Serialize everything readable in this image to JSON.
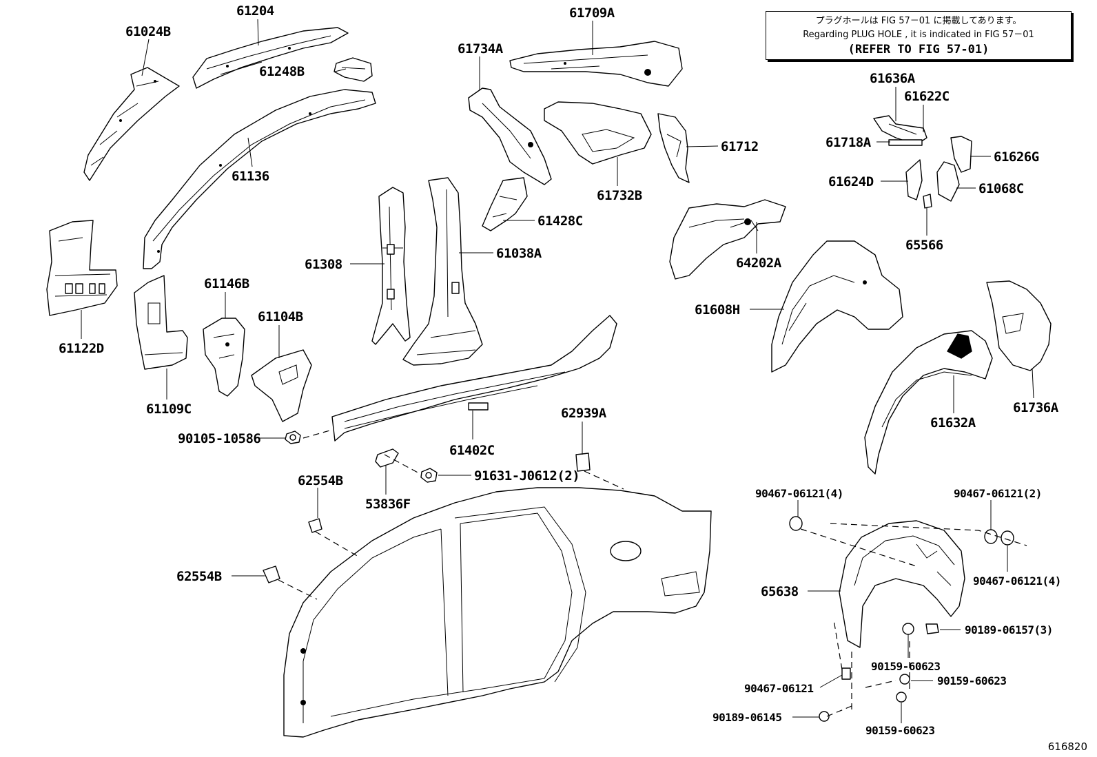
{
  "note": {
    "line1": "プラグホールは FIG 57－01 に掲載してあります。",
    "line2": "Regarding PLUG HOLE , it is indicated in FIG 57－01",
    "line3": "(REFER TO FIG 57-01)"
  },
  "figure_id": "616820",
  "parts": [
    {
      "id": "p61024B",
      "label": "61024B"
    },
    {
      "id": "p61204",
      "label": "61204"
    },
    {
      "id": "p61248B",
      "label": "61248B"
    },
    {
      "id": "p61709A",
      "label": "61709A"
    },
    {
      "id": "p61734A",
      "label": "61734A"
    },
    {
      "id": "p61136",
      "label": "61136"
    },
    {
      "id": "p61712",
      "label": "61712"
    },
    {
      "id": "p61732B",
      "label": "61732B"
    },
    {
      "id": "p61428C",
      "label": "61428C"
    },
    {
      "id": "p61308",
      "label": "61308"
    },
    {
      "id": "p61038A",
      "label": "61038A"
    },
    {
      "id": "p61122D",
      "label": "61122D"
    },
    {
      "id": "p61146B",
      "label": "61146B"
    },
    {
      "id": "p61104B",
      "label": "61104B"
    },
    {
      "id": "p61109C",
      "label": "61109C"
    },
    {
      "id": "p64202A",
      "label": "64202A"
    },
    {
      "id": "p61636A",
      "label": "61636A"
    },
    {
      "id": "p61622C",
      "label": "61622C"
    },
    {
      "id": "p61718A",
      "label": "61718A"
    },
    {
      "id": "p61626G",
      "label": "61626G"
    },
    {
      "id": "p61624D",
      "label": "61624D"
    },
    {
      "id": "p61068C",
      "label": "61068C"
    },
    {
      "id": "p65566",
      "label": "65566"
    },
    {
      "id": "p61608H",
      "label": "61608H"
    },
    {
      "id": "p61736A",
      "label": "61736A"
    },
    {
      "id": "p61632A",
      "label": "61632A"
    },
    {
      "id": "p61402C",
      "label": "61402C"
    },
    {
      "id": "p62939A",
      "label": "62939A"
    },
    {
      "id": "p90105",
      "label": "90105-10586"
    },
    {
      "id": "p91631",
      "label": "91631-J0612(2)"
    },
    {
      "id": "p53836F",
      "label": "53836F"
    },
    {
      "id": "p62554B1",
      "label": "62554B"
    },
    {
      "id": "p62554B2",
      "label": "62554B"
    },
    {
      "id": "p65638",
      "label": "65638"
    },
    {
      "id": "p90467a",
      "label": "90467-06121(4)"
    },
    {
      "id": "p90467b",
      "label": "90467-06121(2)"
    },
    {
      "id": "p90467c",
      "label": "90467-06121(4)"
    },
    {
      "id": "p90189a",
      "label": "90189-06157(3)"
    },
    {
      "id": "p90159a",
      "label": "90159-60623"
    },
    {
      "id": "p90467d",
      "label": "90467-06121"
    },
    {
      "id": "p90159b",
      "label": "90159-60623"
    },
    {
      "id": "p90189b",
      "label": "90189-06145"
    },
    {
      "id": "p90159c",
      "label": "90159-60623"
    }
  ]
}
